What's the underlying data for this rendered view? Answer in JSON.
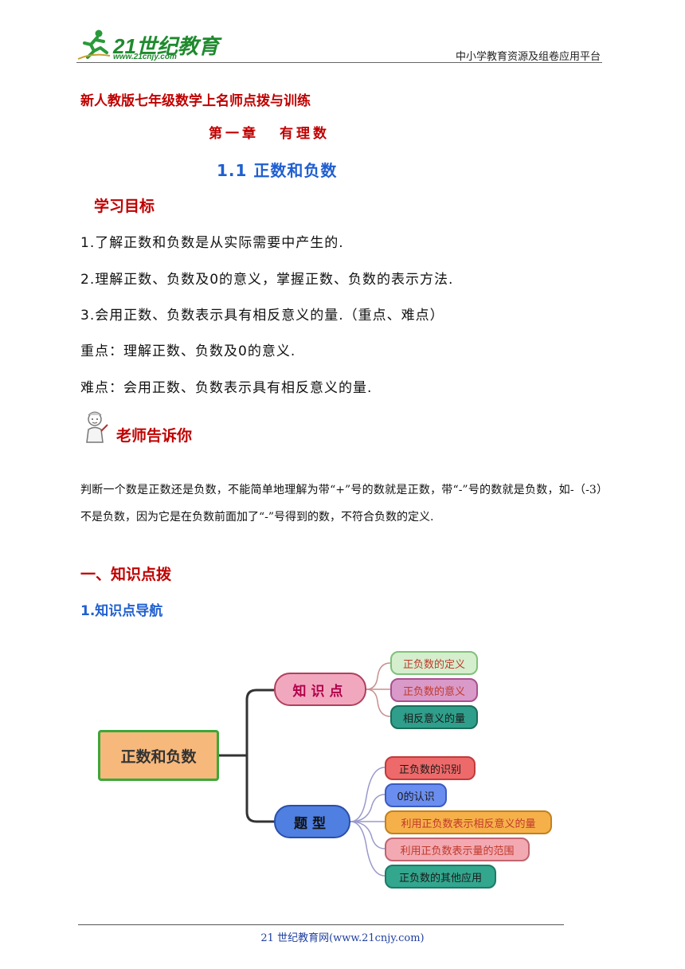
{
  "header": {
    "logo_brand": "21世纪教育",
    "logo_url": "www.21cnjy.com",
    "right_text": "中小学教育资源及组卷应用平台"
  },
  "doc_title": "新人教版七年级数学上名师点拨与训练",
  "chapter": {
    "num": "第一章",
    "name": "有理数"
  },
  "section_title": "1.1 正数和负数",
  "study_goal": {
    "title": "学习目标",
    "lines": [
      "1.了解正数和负数是从实际需要中产生的.",
      "2.理解正数、负数及0的意义，掌握正数、负数的表示方法.",
      "3.会用正数、负数表示具有相反意义的量.（重点、难点）",
      "重点：理解正数、负数及0的意义.",
      "难点：会用正数、负数表示具有相反意义的量."
    ]
  },
  "teacher": {
    "icon": "teacher-icon",
    "title": "老师告诉你",
    "paragraph": "判断一个数是正数还是负数，不能简单地理解为带“+”号的数就是正数，带“-”号的数就是负数，如-（-3）不是负数，因为它是在负数前面加了“-”号得到的数，不符合负数的定义."
  },
  "knowledge": {
    "title": "一、知识点拨",
    "subtitle": "1.知识点导航"
  },
  "mindmap": {
    "root": "正数和负数",
    "branch_knowledge": "知识点",
    "knowledge_items": [
      "正负数的定义",
      "正负数的意义",
      "相反意义的量"
    ],
    "branch_types": "题型",
    "type_items": [
      "正负数的识别",
      "0的认识",
      "利用正负数表示相反意义的量",
      "利用正负数表示量的范围",
      "正负数的其他应用"
    ]
  },
  "footer": {
    "text": "21 世纪教育网(www.21cnjy.com)"
  }
}
